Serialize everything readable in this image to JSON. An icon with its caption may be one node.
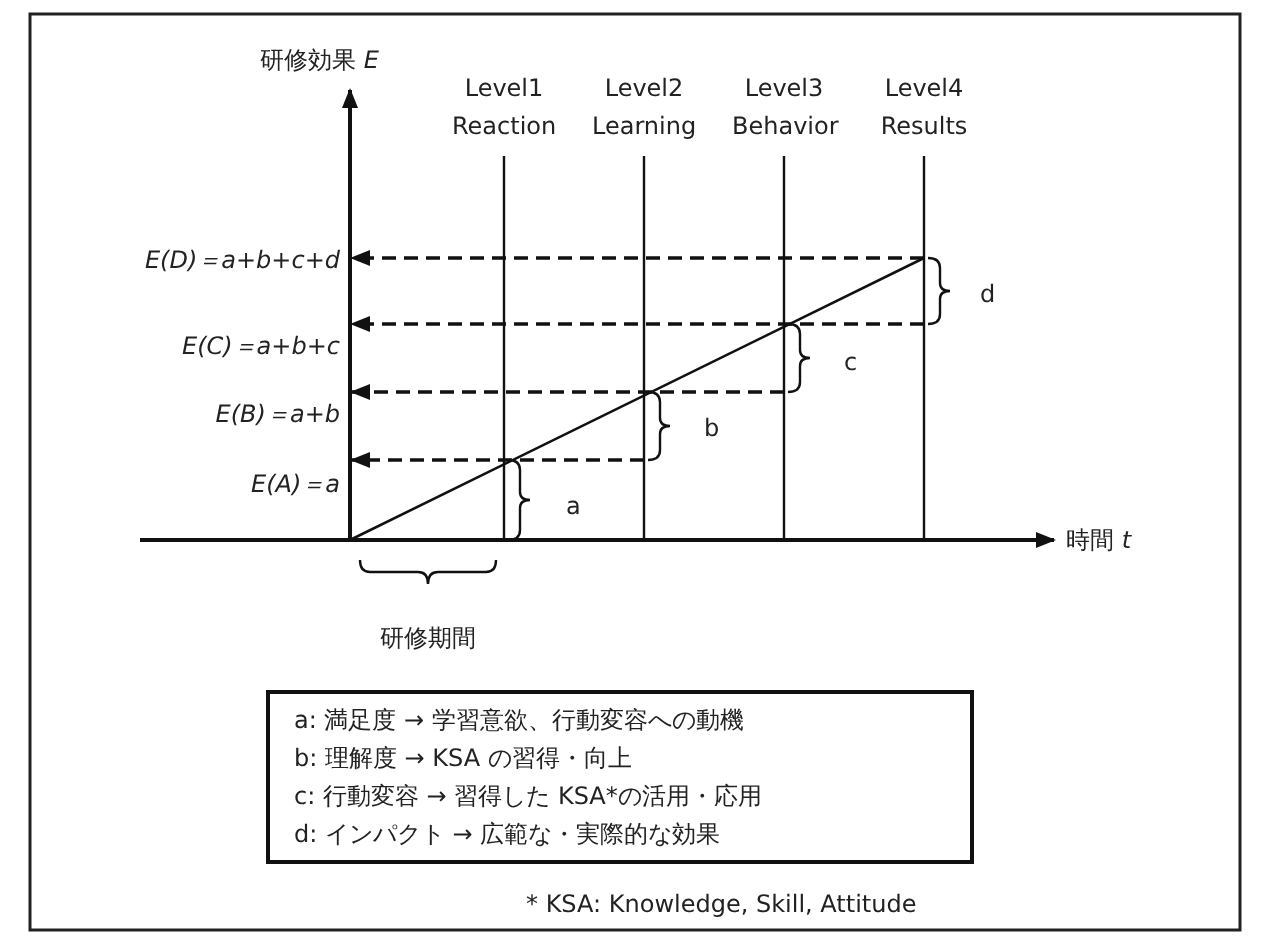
{
  "diagram": {
    "nodes": [
      {
        "text": [
          "a: 満足度 → 学習意欲、行動変容への動機",
          "b: 理解度 → KSA の習得・向上",
          "c: 行動変容 → 習得した KSA*の活用・応用",
          "d: インパクト → 広範な・実際的な効果"
        ]
      }
    ],
    "labels": [
      "研修効果 *E*",
      "Level1 Reaction",
      "Level2 Learning",
      "Level3 Behavior",
      "Level4 Results",
      "E(D)＝a+b+c+d",
      "d",
      "E(C)＝a+b+c",
      "c",
      "E(B)＝a+b",
      "b",
      "E(A)＝a",
      "a",
      "時間 *t*",
      "研修期間",
      "* KSA: Knowledge, Skill, Attitude"
    ]
  }
}
